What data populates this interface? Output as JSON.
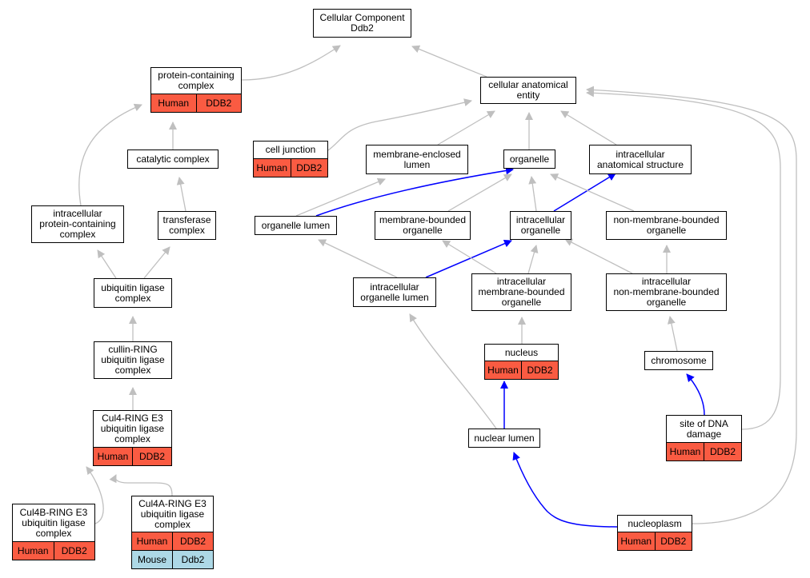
{
  "colors": {
    "human": "#fa5b42",
    "mouse": "#add8e6",
    "edge": "#bfbfbf",
    "highlight": "#0000ff"
  },
  "nodes": {
    "cellular_component": {
      "label": "Cellular Component\nDdb2",
      "tags": []
    },
    "cellular_anatomical_entity": {
      "label": "cellular anatomical\nentity",
      "tags": []
    },
    "protein_containing_complex": {
      "label": "protein-containing\ncomplex",
      "tags": [
        [
          {
            "text": "Human",
            "species": "human"
          },
          {
            "text": "DDB2",
            "species": "human"
          }
        ]
      ]
    },
    "catalytic_complex": {
      "label": "catalytic complex",
      "tags": []
    },
    "transferase_complex": {
      "label": "transferase\ncomplex",
      "tags": []
    },
    "intracellular_protein_containing_complex": {
      "label": "intracellular\nprotein-containing\ncomplex",
      "tags": []
    },
    "ubiquitin_ligase_complex": {
      "label": "ubiquitin ligase\ncomplex",
      "tags": []
    },
    "cullin_ring": {
      "label": "cullin-RING\nubiquitin ligase\ncomplex",
      "tags": []
    },
    "cul4_ring": {
      "label": "Cul4-RING E3\nubiquitin ligase\ncomplex",
      "tags": [
        [
          {
            "text": "Human",
            "species": "human"
          },
          {
            "text": "DDB2",
            "species": "human"
          }
        ]
      ]
    },
    "cul4b_ring": {
      "label": "Cul4B-RING E3\nubiquitin ligase\ncomplex",
      "tags": [
        [
          {
            "text": "Human",
            "species": "human"
          },
          {
            "text": "DDB2",
            "species": "human"
          }
        ]
      ]
    },
    "cul4a_ring": {
      "label": "Cul4A-RING E3\nubiquitin ligase\ncomplex",
      "tags": [
        [
          {
            "text": "Human",
            "species": "human"
          },
          {
            "text": "DDB2",
            "species": "human"
          }
        ],
        [
          {
            "text": "Mouse",
            "species": "mouse"
          },
          {
            "text": "Ddb2",
            "species": "mouse"
          }
        ]
      ]
    },
    "cell_junction": {
      "label": "cell junction",
      "tags": [
        [
          {
            "text": "Human",
            "species": "human"
          },
          {
            "text": "DDB2",
            "species": "human"
          }
        ]
      ]
    },
    "membrane_enclosed_lumen": {
      "label": "membrane-enclosed\nlumen",
      "tags": []
    },
    "organelle": {
      "label": "organelle",
      "tags": []
    },
    "intracellular_anatomical_structure": {
      "label": "intracellular\nanatomical structure",
      "tags": []
    },
    "organelle_lumen": {
      "label": "organelle lumen",
      "tags": []
    },
    "membrane_bounded_organelle": {
      "label": "membrane-bounded\norganelle",
      "tags": []
    },
    "intracellular_organelle": {
      "label": "intracellular\norganelle",
      "tags": []
    },
    "non_membrane_bounded_organelle": {
      "label": "non-membrane-bounded\norganelle",
      "tags": []
    },
    "intracellular_organelle_lumen": {
      "label": "intracellular\norganelle lumen",
      "tags": []
    },
    "intracellular_membrane_bounded_organelle": {
      "label": "intracellular\nmembrane-bounded\norganelle",
      "tags": []
    },
    "intracellular_non_membrane_bounded_organelle": {
      "label": "intracellular\nnon-membrane-bounded\norganelle",
      "tags": []
    },
    "nucleus": {
      "label": "nucleus",
      "tags": [
        [
          {
            "text": "Human",
            "species": "human"
          },
          {
            "text": "DDB2",
            "species": "human"
          }
        ]
      ]
    },
    "chromosome": {
      "label": "chromosome",
      "tags": []
    },
    "site_of_dna_damage": {
      "label": "site of DNA\ndamage",
      "tags": [
        [
          {
            "text": "Human",
            "species": "human"
          },
          {
            "text": "DDB2",
            "species": "human"
          }
        ]
      ]
    },
    "nuclear_lumen": {
      "label": "nuclear lumen",
      "tags": []
    },
    "nucleoplasm": {
      "label": "nucleoplasm",
      "tags": [
        [
          {
            "text": "Human",
            "species": "human"
          },
          {
            "text": "DDB2",
            "species": "human"
          }
        ]
      ]
    }
  },
  "edges": [
    {
      "from": "protein_containing_complex",
      "to": "cellular_component",
      "highlight": false
    },
    {
      "from": "cellular_anatomical_entity",
      "to": "cellular_component",
      "highlight": false
    },
    {
      "from": "catalytic_complex",
      "to": "protein_containing_complex",
      "highlight": false
    },
    {
      "from": "transferase_complex",
      "to": "catalytic_complex",
      "highlight": false
    },
    {
      "from": "intracellular_protein_containing_complex",
      "to": "protein_containing_complex",
      "highlight": false
    },
    {
      "from": "ubiquitin_ligase_complex",
      "to": "intracellular_protein_containing_complex",
      "highlight": false
    },
    {
      "from": "ubiquitin_ligase_complex",
      "to": "transferase_complex",
      "highlight": false
    },
    {
      "from": "cullin_ring",
      "to": "ubiquitin_ligase_complex",
      "highlight": false
    },
    {
      "from": "cul4_ring",
      "to": "cullin_ring",
      "highlight": false
    },
    {
      "from": "cul4b_ring",
      "to": "cul4_ring",
      "highlight": false
    },
    {
      "from": "cul4a_ring",
      "to": "cul4_ring",
      "highlight": false
    },
    {
      "from": "cell_junction",
      "to": "cellular_anatomical_entity",
      "highlight": false
    },
    {
      "from": "membrane_enclosed_lumen",
      "to": "cellular_anatomical_entity",
      "highlight": false
    },
    {
      "from": "organelle",
      "to": "cellular_anatomical_entity",
      "highlight": false
    },
    {
      "from": "intracellular_anatomical_structure",
      "to": "cellular_anatomical_entity",
      "highlight": false
    },
    {
      "from": "organelle_lumen",
      "to": "membrane_enclosed_lumen",
      "highlight": false
    },
    {
      "from": "organelle_lumen",
      "to": "organelle",
      "highlight": true
    },
    {
      "from": "membrane_bounded_organelle",
      "to": "organelle",
      "highlight": false
    },
    {
      "from": "intracellular_organelle",
      "to": "organelle",
      "highlight": false
    },
    {
      "from": "intracellular_organelle",
      "to": "intracellular_anatomical_structure",
      "highlight": true
    },
    {
      "from": "non_membrane_bounded_organelle",
      "to": "organelle",
      "highlight": false
    },
    {
      "from": "intracellular_organelle_lumen",
      "to": "organelle_lumen",
      "highlight": false
    },
    {
      "from": "intracellular_organelle_lumen",
      "to": "intracellular_organelle",
      "highlight": true
    },
    {
      "from": "intracellular_membrane_bounded_organelle",
      "to": "membrane_bounded_organelle",
      "highlight": false
    },
    {
      "from": "intracellular_membrane_bounded_organelle",
      "to": "intracellular_organelle",
      "highlight": false
    },
    {
      "from": "intracellular_non_membrane_bounded_organelle",
      "to": "intracellular_organelle",
      "highlight": false
    },
    {
      "from": "intracellular_non_membrane_bounded_organelle",
      "to": "non_membrane_bounded_organelle",
      "highlight": false
    },
    {
      "from": "nucleus",
      "to": "intracellular_membrane_bounded_organelle",
      "highlight": false
    },
    {
      "from": "chromosome",
      "to": "intracellular_non_membrane_bounded_organelle",
      "highlight": false
    },
    {
      "from": "site_of_dna_damage",
      "to": "chromosome",
      "highlight": true
    },
    {
      "from": "site_of_dna_damage",
      "to": "cellular_anatomical_entity",
      "highlight": false
    },
    {
      "from": "nuclear_lumen",
      "to": "intracellular_organelle_lumen",
      "highlight": false
    },
    {
      "from": "nuclear_lumen",
      "to": "nucleus",
      "highlight": true
    },
    {
      "from": "nucleoplasm",
      "to": "nuclear_lumen",
      "highlight": true
    },
    {
      "from": "nucleoplasm",
      "to": "cellular_anatomical_entity",
      "highlight": false
    }
  ]
}
